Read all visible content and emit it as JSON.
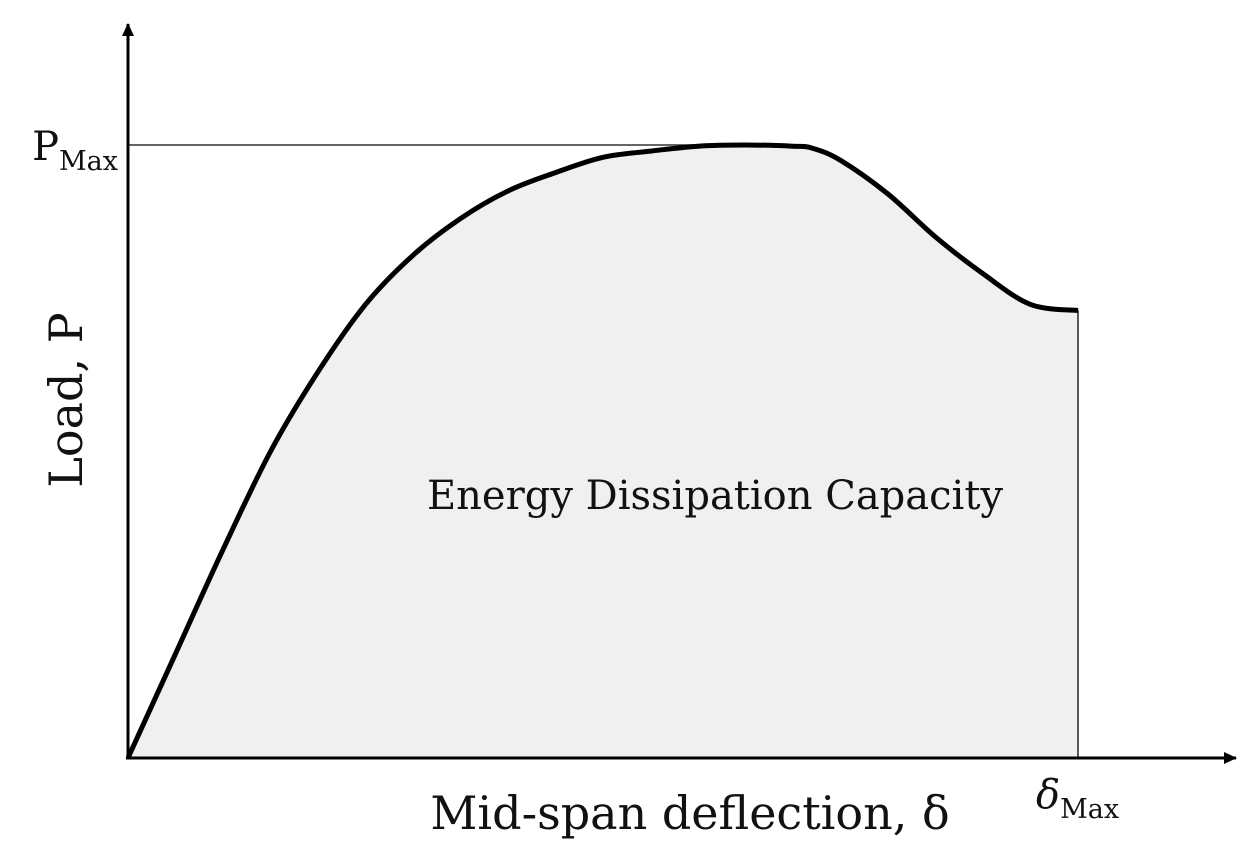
{
  "chart_data": {
    "type": "area",
    "title": "",
    "xlabel": "Mid-span deflection, δ",
    "ylabel": "Load, P",
    "xlim": [
      0,
      1.18
    ],
    "ylim": [
      0,
      1.3
    ],
    "grid": false,
    "series": [
      {
        "x": [
          0,
          0.05,
          0.1,
          0.15,
          0.2,
          0.25,
          0.3,
          0.35,
          0.4,
          0.45,
          0.5,
          0.55,
          0.6,
          0.65,
          0.7,
          0.72,
          0.75,
          0.8,
          0.85,
          0.9,
          0.95,
          1.0
        ],
        "y": [
          0,
          0.17,
          0.34,
          0.5,
          0.63,
          0.74,
          0.82,
          0.88,
          0.925,
          0.955,
          0.98,
          0.99,
          0.998,
          1.0,
          0.998,
          0.995,
          0.975,
          0.92,
          0.85,
          0.79,
          0.74,
          0.73
        ]
      }
    ],
    "annotations": {
      "area_label": "Energy Dissipation Capacity",
      "y_marker": {
        "base": "P",
        "sub": "Max",
        "value": 1.0
      },
      "x_marker": {
        "base": "δ",
        "sub": "Max",
        "value": 1.0
      }
    }
  }
}
